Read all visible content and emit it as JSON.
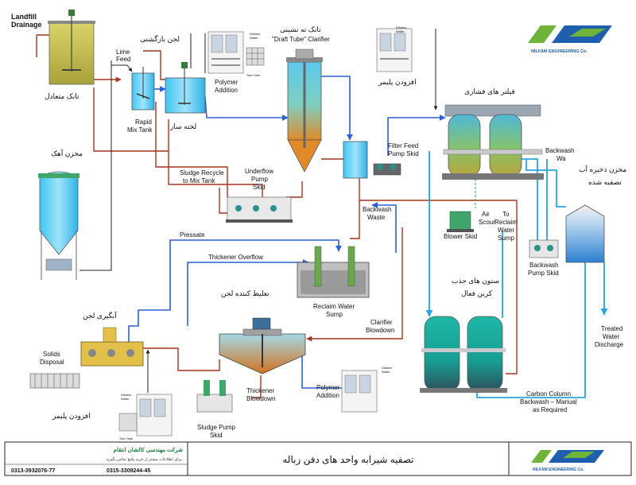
{
  "labels": {
    "landfill_drainage_1": "Landfill",
    "landfill_drainage_2": "Drainage",
    "lime_feed_1": "Lime",
    "lime_feed_2": "Feed",
    "rapid_mix_1": "Rapid",
    "rapid_mix_2": "Mix Tank",
    "sludge_return_fa": "لجن بازگشتی",
    "flocculator_fa": "لخته ساز",
    "polymer_addition_1": "Polymer",
    "polymer_addition_2": "Addition",
    "clarifier_fa": "تانک ته نشینی",
    "clarifier_en": "\"Draft Tube\" Clarifier",
    "polymer_fa_top": "افزودن پلیمر",
    "equalization_tank_fa": "تانک متعادل",
    "lime_silo_fa": "مخزن آهک",
    "sludge_recycle_1": "Sludge Recycle",
    "sludge_recycle_2": "to Mix Tank",
    "underflow_1": "Underflow",
    "underflow_2": "Pump",
    "underflow_3": "Skid",
    "filter_feed_1": "Filter Feed",
    "filter_feed_2": "Pump Skid",
    "sand_filters_fa": "فیلتر های فشاری",
    "backwash_1": "Backwash",
    "backwash_2": "Wa",
    "storage_tank_fa_1": "مخزن ذخیره آب",
    "storage_tank_fa_2": "تصفیه شده",
    "backwash_waste_1": "Backwash",
    "backwash_waste_2": "Waste",
    "air_scour_1": "Air",
    "air_scour_2": "Scour",
    "blower_skid": "Blower Skid",
    "to_reclaim_1": "To",
    "to_reclaim_2": "Reclaim",
    "to_reclaim_3": "Water",
    "to_reclaim_4": "Sump",
    "backwash_pump_1": "Backwash",
    "backwash_pump_2": "Pump Skid",
    "pressate": "Pressate",
    "thickener_overflow": "Thickener Overflow",
    "reclaim_sump_1": "Reclaim Water",
    "reclaim_sump_2": "Sump",
    "carbon_columns_fa_1": "ستون های جذب",
    "carbon_columns_fa_2": "کربن فعال",
    "sludge_dewatering_fa": "آبگیری لجن",
    "sludge_thickener_fa": "تغلیظ کننده لجن",
    "solids_disposal_1": "Solids",
    "solids_disposal_2": "Disposal",
    "clarifier_blowdown_1": "Clarifier",
    "clarifier_blowdown_2": "Blowdown",
    "thickener_blowdown_1": "Thickener",
    "thickener_blowdown_2": "Blowdown",
    "polymer_addition_b_1": "Polymer",
    "polymer_addition_b_2": "Addition",
    "sludge_pump_1": "Sludge Pump",
    "sludge_pump_2": "Skid",
    "polymer_fa_bottom": "افزودن پلیمر",
    "treated_water_1": "Treated",
    "treated_water_2": "Water",
    "treated_water_3": "Discharge",
    "carbon_backwash_1": "Carbon Column",
    "carbon_backwash_2": "Backwash – Manual",
    "carbon_backwash_3": "as Required",
    "dilution_water_1": "Dilution",
    "dilution_water_2": "Water",
    "tote_tank": "Tote Tank"
  },
  "logo": {
    "name": "NILFAM ENGINEERING Co."
  },
  "title_block": {
    "title_fa": "تصفیه شیرابه واحد های دفن زباله",
    "company_fa": "شرکت مهندسی کالشان انتقام",
    "company_note_fa": "برای اطلاعات بیشتر از خرید پکیج تماس بگیرید.",
    "phone_1": "0313-3932076-77",
    "phone_2": "0315-3309244-45"
  },
  "colors": {
    "sludge_line": "#a8341e",
    "water_line": "#2f5fd8",
    "treated_line": "#27a6e0",
    "logo_green": "#6fb33b",
    "logo_blue": "#1f5fae"
  }
}
